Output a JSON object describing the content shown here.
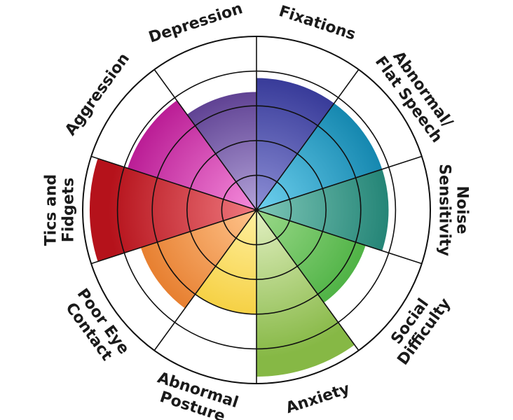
{
  "chart_data": {
    "type": "polar-area",
    "title": "",
    "rings": 5,
    "rlim": [
      0,
      5
    ],
    "grid": true,
    "legend": "none",
    "categories": [
      {
        "label": [
          "Fixations"
        ],
        "value": 3.8,
        "color": "#2e3192",
        "light": "#8d8fd6"
      },
      {
        "label": [
          "Abnormal/",
          "Flat Speech"
        ],
        "value": 3.8,
        "color": "#0b7fa8",
        "light": "#6fd1ef"
      },
      {
        "label": [
          "Noise",
          "Sensitivity"
        ],
        "value": 3.8,
        "color": "#1a7d6f",
        "light": "#7ec7b8"
      },
      {
        "label": [
          "Social",
          "Difficulty"
        ],
        "value": 3.3,
        "color": "#3aa832",
        "light": "#9bd98a"
      },
      {
        "label": [
          "Anxiety"
        ],
        "value": 4.8,
        "color": "#86b845",
        "light": "#e3f0c3"
      },
      {
        "label": [
          "Abnormal",
          "Posture"
        ],
        "value": 3.0,
        "color": "#f2c41f",
        "light": "#fff0a0"
      },
      {
        "label": [
          "Poor Eye",
          "Contact"
        ],
        "value": 3.5,
        "color": "#e2711d",
        "light": "#ffc48c"
      },
      {
        "label": [
          "Tics and",
          "Fidgets"
        ],
        "value": 4.8,
        "color": "#b5121b",
        "light": "#f07a80"
      },
      {
        "label": [
          "Aggression"
        ],
        "value": 3.9,
        "color": "#b5138f",
        "light": "#f58ddc"
      },
      {
        "label": [
          "Depression"
        ],
        "value": 3.4,
        "color": "#4b2a82",
        "light": "#b3a3d9"
      }
    ]
  }
}
